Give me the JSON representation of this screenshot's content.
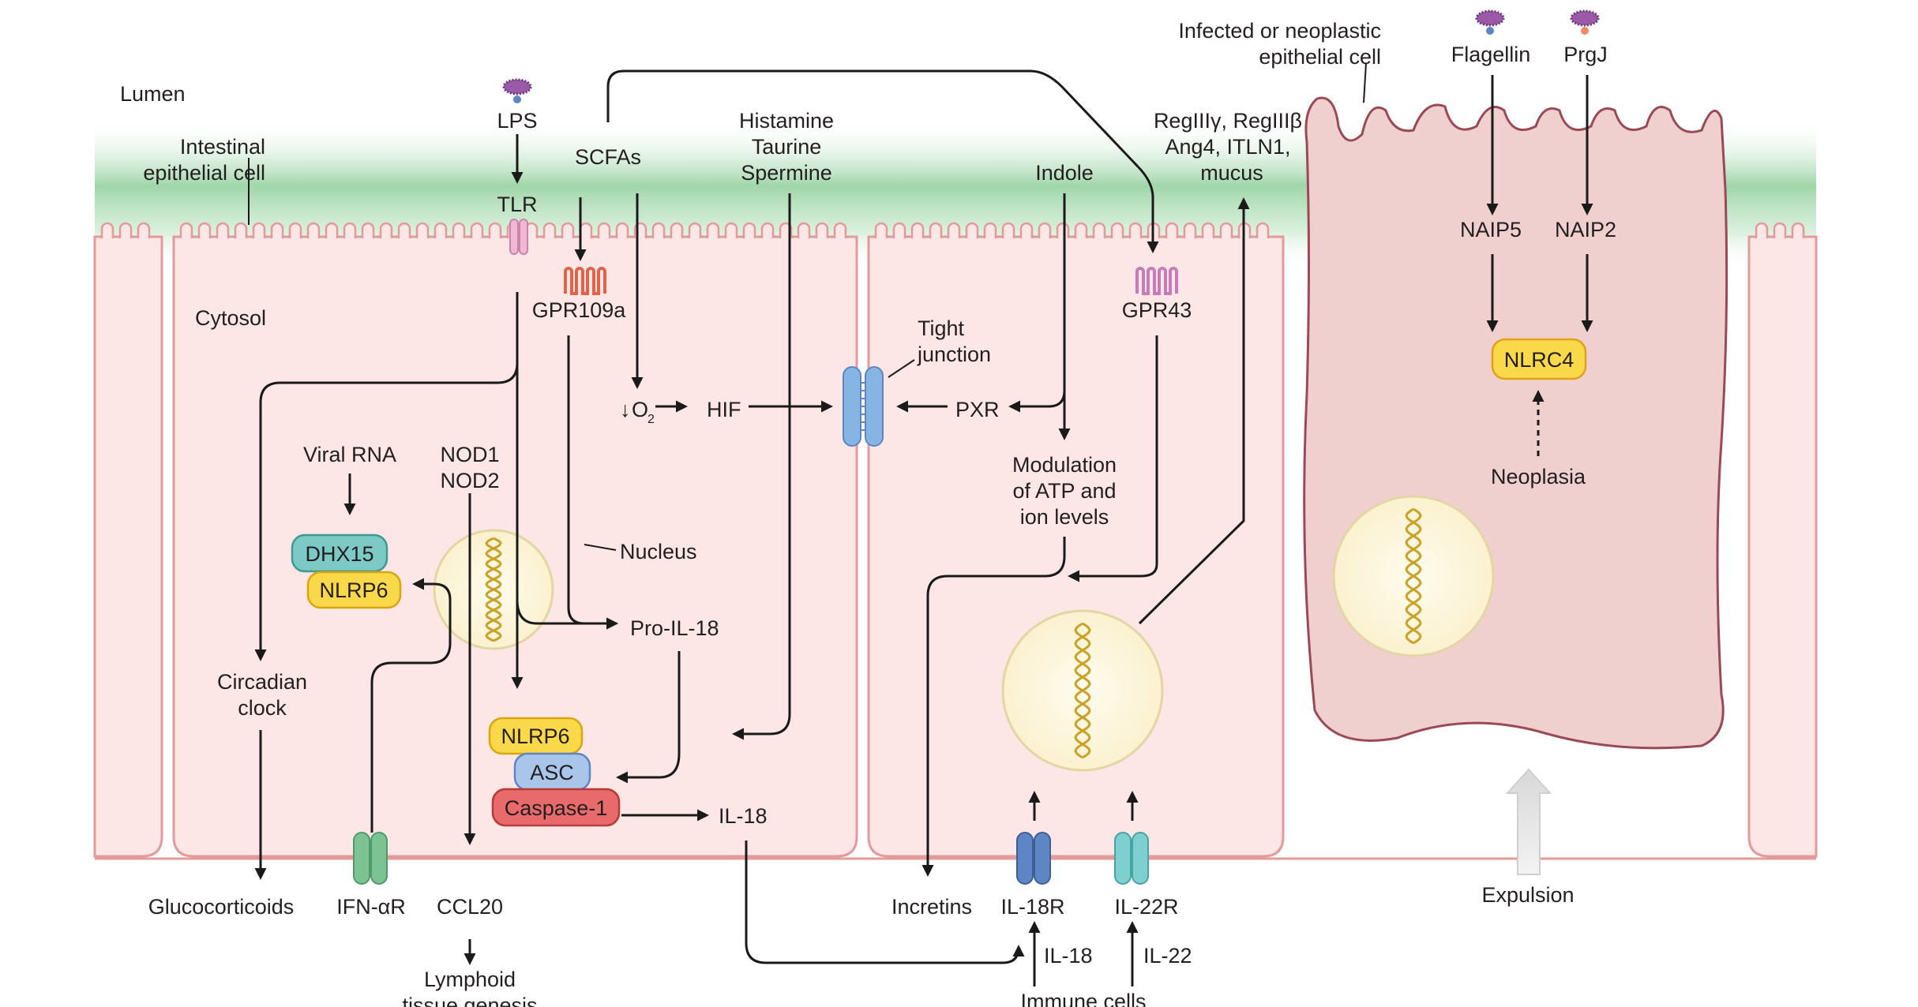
{
  "labels": {
    "lumen": "Lumen",
    "intestinal_epithelial_cell": [
      "Intestinal",
      "epithelial cell"
    ],
    "cytosol": "Cytosol",
    "lps": "LPS",
    "tlr": "TLR",
    "scfas": "SCFAs",
    "gpr109a": "GPR109a",
    "histamine_group": [
      "Histamine",
      "Taurine",
      "Spermine"
    ],
    "indole": "Indole",
    "gpr43": "GPR43",
    "reg_group": [
      "RegIIIγ, RegIIIβ",
      "Ang4, ITLN1,",
      "mucus"
    ],
    "infected_cell": [
      "Infected or neoplastic",
      "epithelial cell"
    ],
    "flagellin": "Flagellin",
    "prgj": "PrgJ",
    "naip5": "NAIP5",
    "naip2": "NAIP2",
    "nlrc4": "NLRC4",
    "neoplasia": "Neoplasia",
    "viral_rna": "Viral RNA",
    "dhx15": "DHX15",
    "nlrp6_top": "NLRP6",
    "nod": [
      "NOD1",
      "NOD2"
    ],
    "nucleus": "Nucleus",
    "pro_il18": "Pro-IL-18",
    "o2": "O",
    "o2_sub": "2",
    "hif": "HIF",
    "tight_junction": [
      "Tight",
      "junction"
    ],
    "pxr": "PXR",
    "modulation": [
      "Modulation",
      "of ATP and",
      "ion levels"
    ],
    "circadian": [
      "Circadian",
      "clock"
    ],
    "nlrp6_inflammasome": "NLRP6",
    "asc": "ASC",
    "caspase1": "Caspase-1",
    "il18_out": "IL-18",
    "glucocorticoids": "Glucocorticoids",
    "ifn_ar": "IFN-αR",
    "ccl20": "CCL20",
    "lymphoid": [
      "Lymphoid",
      "tissue genesis"
    ],
    "incretins": "Incretins",
    "il18r": "IL-18R",
    "il22r": "IL-22R",
    "il18_in": "IL-18",
    "il22_in": "IL-22",
    "immune_cells": "Immune cells",
    "expulsion": "Expulsion"
  },
  "colors": {
    "cytosol_fill": "#fde6e6",
    "cell_outline": "#e39a9a",
    "mucus_band": "#8fce9a",
    "infected_cell_fill": "#f0cfcf",
    "infected_cell_outline": "#9a4a55",
    "nucleus_fill": "#fdf7df",
    "nucleus_outline": "#e3d6a4",
    "dna": "#c9a227",
    "yellow_protein": "#f9d84a",
    "teal_protein": "#7cc9c5",
    "blue_protein": "#a9c6ea",
    "red_protein": "#e86a6a",
    "tlr": "#f1b7d5",
    "gpr109a": "#e0634a",
    "gpr43": "#c77bb9",
    "ifn_receptor": "#7cc293",
    "il18_receptor": "#5f86c4",
    "il22_receptor": "#7ecfcf",
    "tight_junction": "#86b4e3",
    "bacterium": "#9b5aa8",
    "expulsion_arrow": "#e4e4e4"
  },
  "icons": [
    "bacterium-icon",
    "dna-helix-icon",
    "receptor-icon",
    "gpcr-icon",
    "tight-junction-icon",
    "expulsion-arrow-icon"
  ]
}
